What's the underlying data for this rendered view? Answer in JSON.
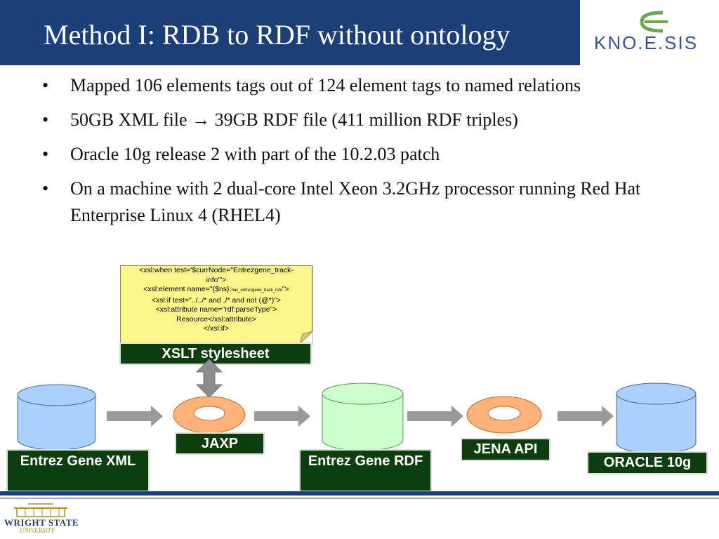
{
  "slide": {
    "title": "Method I: RDB to RDF without ontology",
    "logo_text": "KNO.E.SIS",
    "bullets": [
      {
        "text": "Mapped 106 elements tags out of 124 element tags to named relations"
      },
      {
        "text": "50GB XML file → 39GB RDF file (411 million RDF triples)"
      },
      {
        "text": "Oracle 10g release 2 with part of the 10.2.03 patch"
      },
      {
        "text": "On a machine with 2 dual-core Intel Xeon 3.2GHz processor running Red Hat Enterprise Linux 4 (RHEL4)"
      }
    ]
  },
  "xslt_note": {
    "line1": "<xsl:when test='$currNode=\"Entrezgene_track-",
    "line2": "info\"'>",
    "line3a": "<xsl:element name=\"{$ns}:",
    "line3b": "has_entrezgene_track_info",
    "line3c": "\">",
    "line4": "<xsl:if test=\"../../* and ./* and not (@*)\">",
    "line5": "<xsl:attribute name=\"rdf:parseType\">",
    "line6": "Resource</xsl:attribute>",
    "line7": "</xsl:if>"
  },
  "diagram": {
    "xslt_label": "XSLT stylesheet",
    "jaxp_label": "JAXP",
    "jena_label": "JENA API",
    "entrez_xml_label": "Entrez Gene XML",
    "entrez_rdf_label": "Entrez Gene RDF",
    "oracle_label": "ORACLE 10g",
    "colors": {
      "db_blue": "#aad0ff",
      "db_green": "#ccffcc",
      "processor_orange": "#ffb37a",
      "label_green": "#0e3e10",
      "note_yellow": "#fdf589"
    }
  },
  "footer": {
    "university_line1": "WRIGHT STATE",
    "university_line2": "UNIVERSITY"
  }
}
